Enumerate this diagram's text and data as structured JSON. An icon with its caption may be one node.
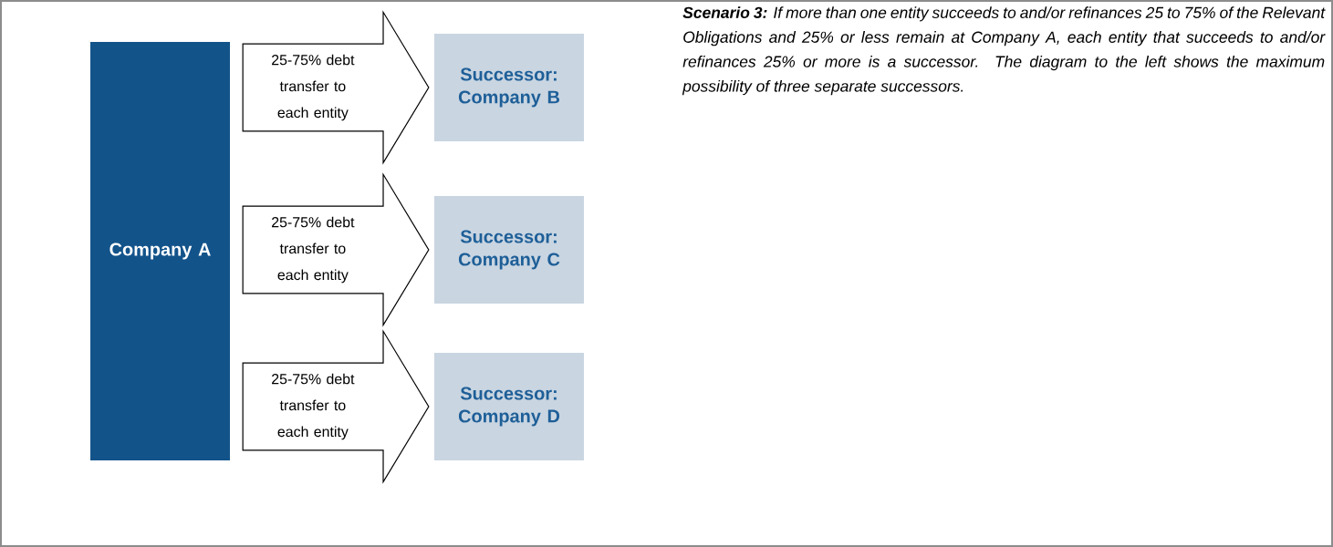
{
  "diagram": {
    "nodes": [
      {
        "text": [
          "Company A"
        ]
      },
      {
        "text": [
          "Successor: Company B"
        ]
      },
      {
        "text": [
          "Successor: Company C"
        ]
      },
      {
        "text": [
          "Successor: Company D"
        ]
      }
    ],
    "edges": [
      {
        "from": 0,
        "to": 1,
        "arrow": "to",
        "label": "25-75% debt transfer to each entity"
      },
      {
        "from": 0,
        "to": 2,
        "arrow": "to",
        "label": "25-75% debt transfer to each entity"
      },
      {
        "from": 0,
        "to": 3,
        "arrow": "to",
        "label": "25-75% debt transfer to each entity"
      }
    ],
    "labels": [
      "**Scenario 3:** If more than one entity succeeds to and/or refinances 25 to 75% of the Relevant Obligations and 25% or less remain at Company A, each entity that succeeds to and/or refinances 25% or more is a successor.  The diagram to the left shows the maximum possibility of three separate successors."
    ]
  }
}
